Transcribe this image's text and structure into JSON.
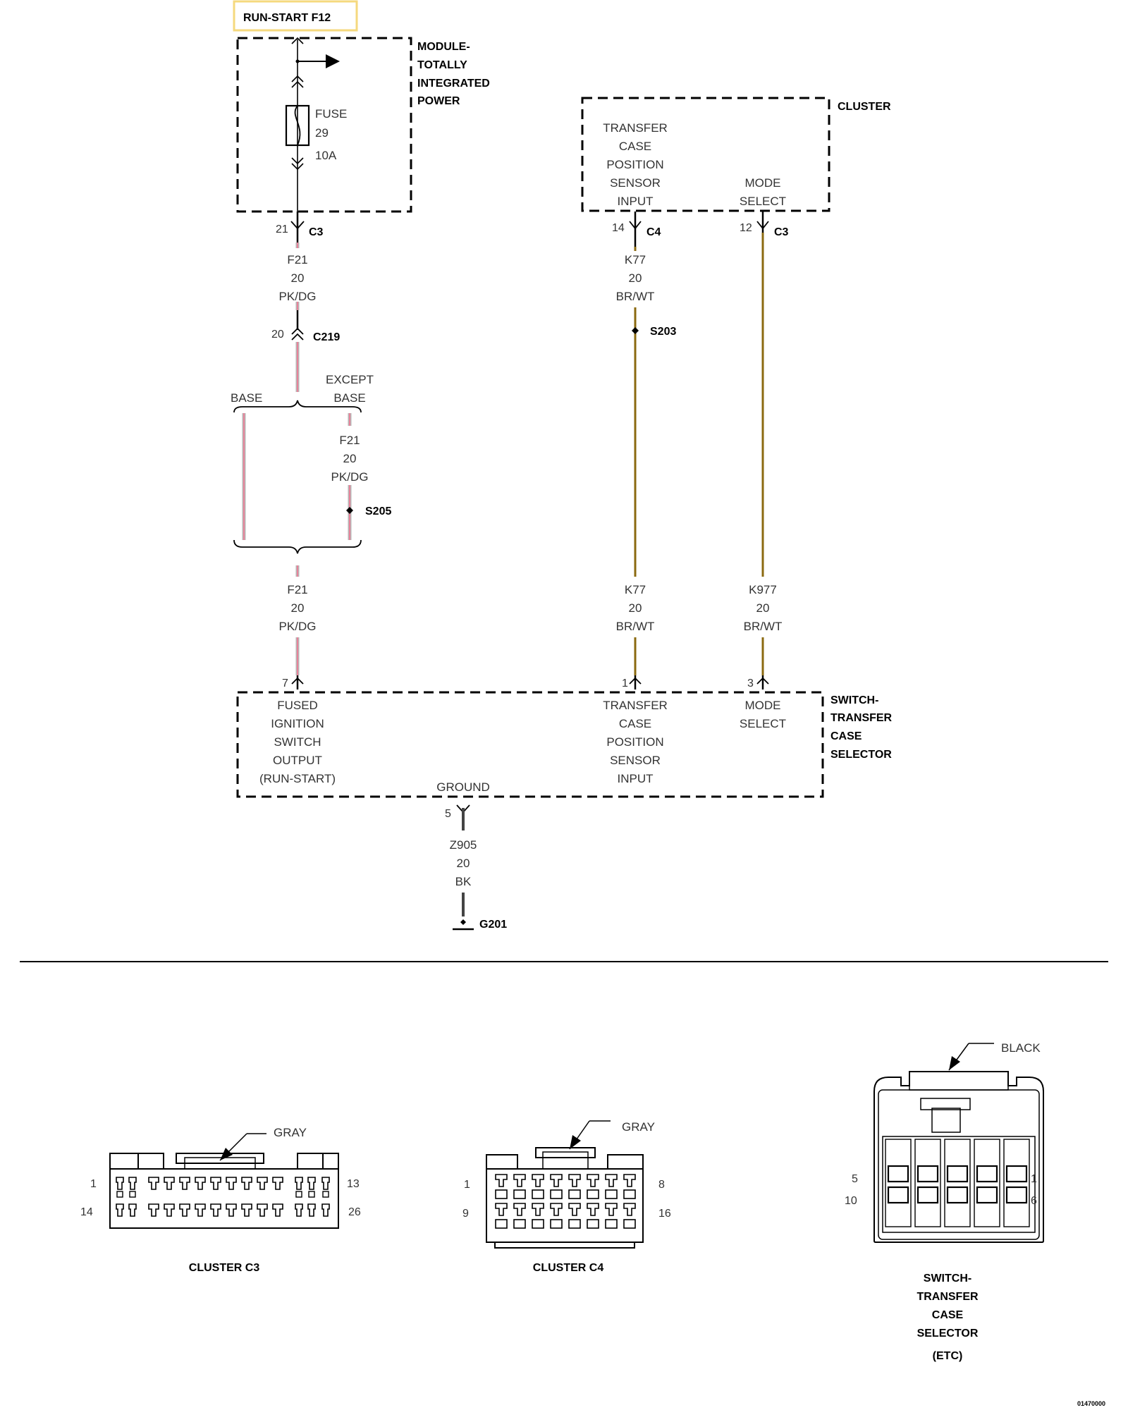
{
  "header": {
    "title": "RUN-START F12",
    "highlight_color": "#f5d97e"
  },
  "wire_colors": {
    "pk_dg_base": "#b7b7b7",
    "pk_dg_stripe": "#e8839a",
    "br_wt": "#8b6a10",
    "bk": "#333333"
  },
  "modules": {
    "tipm": {
      "lines": [
        "MODULE-",
        "TOTALLY",
        "INTEGRATED",
        "POWER"
      ],
      "fuse": [
        "FUSE",
        "29",
        "10A"
      ],
      "pin": "21",
      "connector": "C3"
    },
    "cluster": {
      "lines": [
        "CLUSTER"
      ],
      "tcps_lines": [
        "TRANSFER",
        "CASE",
        "POSITION",
        "SENSOR",
        "INPUT"
      ],
      "mode_lines": [
        "MODE",
        "SELECT"
      ],
      "pin_tcps": "14",
      "conn_tcps": "C4",
      "pin_mode": "12",
      "conn_mode": "C3"
    },
    "switch": {
      "lines": [
        "SWITCH-",
        "TRANSFER",
        "CASE",
        "SELECTOR"
      ],
      "fused_lines": [
        "FUSED",
        "IGNITION",
        "SWITCH",
        "OUTPUT",
        "(RUN-START)"
      ],
      "tcps_lines": [
        "TRANSFER",
        "CASE",
        "POSITION",
        "SENSOR",
        "INPUT"
      ],
      "mode_lines": [
        "MODE",
        "SELECT"
      ],
      "ground_label": "GROUND",
      "pin_fused": "7",
      "pin_tcps": "1",
      "pin_mode": "3",
      "pin_ground": "5"
    }
  },
  "wires": {
    "f21_top": [
      "F21",
      "20",
      "PK/DG"
    ],
    "f21_except": [
      "F21",
      "20",
      "PK/DG"
    ],
    "f21_bottom": [
      "F21",
      "20",
      "PK/DG"
    ],
    "k77_top": [
      "K77",
      "20",
      "BR/WT"
    ],
    "k77_bottom": [
      "K77",
      "20",
      "BR/WT"
    ],
    "k977": [
      "K977",
      "20",
      "BR/WT"
    ],
    "z905": [
      "Z905",
      "20",
      "BK"
    ]
  },
  "connectors": {
    "c219_pin": "20",
    "c219": "C219"
  },
  "splices": {
    "s203": "S203",
    "s205": "S205"
  },
  "ground": "G201",
  "branches": {
    "base": "BASE",
    "except_lines": [
      "EXCEPT",
      "BASE"
    ]
  },
  "connector_views": {
    "c3": {
      "title": "CLUSTER C3",
      "color_label": "GRAY",
      "pins": [
        "1",
        "13",
        "14",
        "26"
      ]
    },
    "c4": {
      "title": "CLUSTER C4",
      "color_label": "GRAY",
      "pins": [
        "1",
        "8",
        "9",
        "16"
      ]
    },
    "etc": {
      "title_lines": [
        "SWITCH-",
        "TRANSFER",
        "CASE",
        "SELECTOR",
        "(ETC)"
      ],
      "color_label": "BLACK",
      "pins": [
        "5",
        "1",
        "10",
        "6"
      ]
    }
  },
  "page_number": "01470000"
}
